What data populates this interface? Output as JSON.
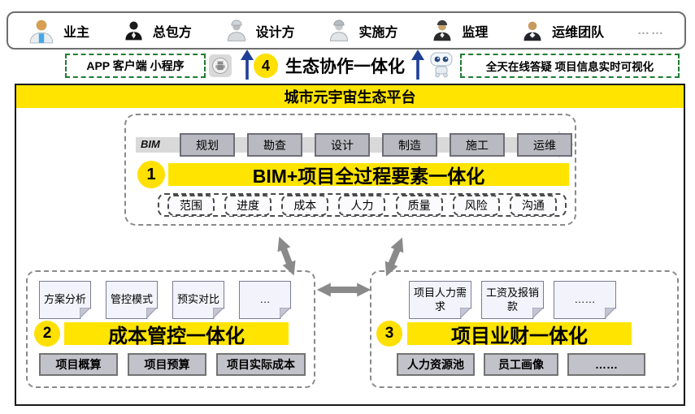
{
  "stakeholders": {
    "items": [
      {
        "label": "业主",
        "icon": "owner-person-icon"
      },
      {
        "label": "总包方",
        "icon": "general-contractor-person-icon"
      },
      {
        "label": "设计方",
        "icon": "designer-person-icon"
      },
      {
        "label": "实施方",
        "icon": "implementer-person-icon"
      },
      {
        "label": "监理",
        "icon": "supervisor-person-icon"
      },
      {
        "label": "运维团队",
        "icon": "operations-team-person-icon"
      }
    ],
    "more": "……"
  },
  "collab": {
    "app_box": "APP 客户端 小程序",
    "badge": "4",
    "title": "生态协作一体化",
    "support_box": "全天在线答疑 项目信息实时可视化"
  },
  "platform": {
    "title": "城市元宇宙生态平台"
  },
  "bim": {
    "label": "BIM",
    "phases": [
      "规划",
      "勘查",
      "设计",
      "制造",
      "施工",
      "运维"
    ],
    "badge": "1",
    "title": "BIM+项目全过程要素一体化",
    "elements": [
      "范围",
      "进度",
      "成本",
      "人力",
      "质量",
      "风险",
      "沟通"
    ]
  },
  "cost": {
    "docs": [
      "方案分析",
      "管控模式",
      "预实对比",
      "…"
    ],
    "badge": "2",
    "title": "成本管控一体化",
    "boxes": [
      "项目概算",
      "项目预算",
      "项目实际成本"
    ]
  },
  "finance": {
    "docs": [
      "项目人力需求",
      "工资及报销款",
      "……"
    ],
    "badge": "3",
    "title": "项目业财一体化",
    "boxes": [
      "人力资源池",
      "员工画像",
      "……"
    ]
  },
  "colors": {
    "accent_yellow": "#ffe400",
    "arrow_blue": "#1f3f97",
    "connector_gray": "#8a8a8a",
    "dashed_green": "#1e7d32",
    "phase_gray": "#b9b9c1"
  }
}
